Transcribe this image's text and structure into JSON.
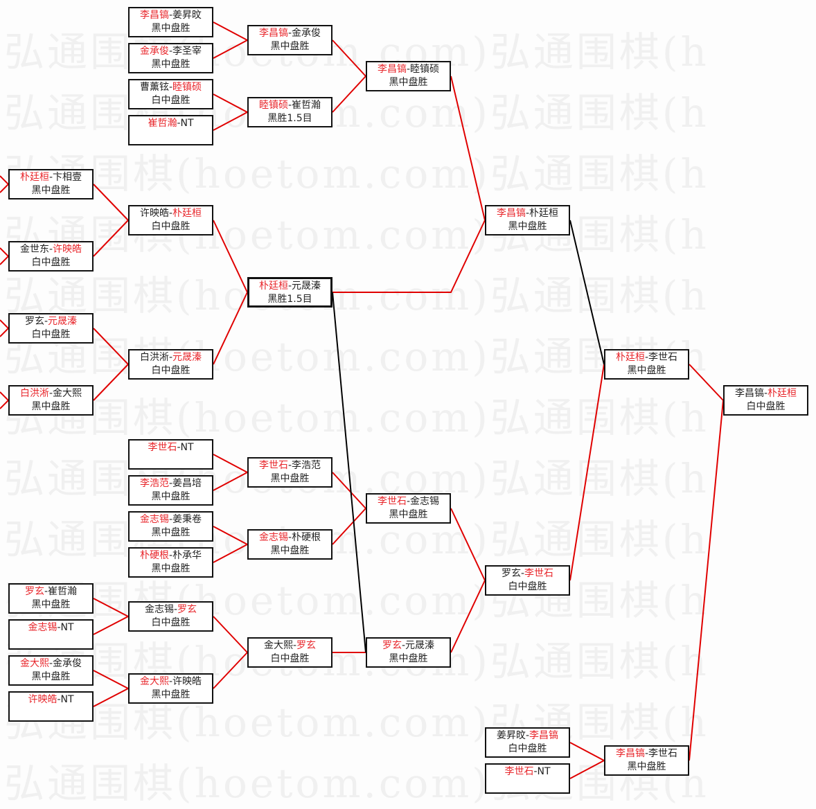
{
  "watermark": "弘通围棋(hoetom.com)",
  "colors": {
    "winner": "#e8262b",
    "line_win": "#e00000",
    "line_loss": "#000000"
  },
  "separator": "-",
  "matches": [
    {
      "id": "A1",
      "p1": "朴廷桓",
      "p2": "卞相壹",
      "winner": 1,
      "result": "黑中盘胜"
    },
    {
      "id": "A2",
      "p1": "金世东",
      "p2": "许映皓",
      "winner": 2,
      "result": "白中盘胜"
    },
    {
      "id": "A3",
      "p1": "罗玄",
      "p2": "元晟溱",
      "winner": 2,
      "result": "白中盘胜"
    },
    {
      "id": "A4",
      "p1": "白洪淅",
      "p2": "金大熙",
      "winner": 1,
      "result": "黑中盘胜"
    },
    {
      "id": "A5",
      "p1": "罗玄",
      "p2": "崔哲瀚",
      "winner": 1,
      "result": "黑中盘胜"
    },
    {
      "id": "A6",
      "p1": "金志锡",
      "p2": "NT",
      "winner": 1,
      "result": ""
    },
    {
      "id": "A7",
      "p1": "金大熙",
      "p2": "金承俊",
      "winner": 1,
      "result": "黑中盘胜"
    },
    {
      "id": "A8",
      "p1": "许映皓",
      "p2": "NT",
      "winner": 1,
      "result": ""
    },
    {
      "id": "b1",
      "p1": "李昌镐",
      "p2": "姜昇旼",
      "winner": 1,
      "result": "黑中盘胜"
    },
    {
      "id": "b2",
      "p1": "金承俊",
      "p2": "李圣宰",
      "winner": 1,
      "result": "黑中盘胜"
    },
    {
      "id": "b3",
      "p1": "曹薰铉",
      "p2": "睦镇硕",
      "winner": 2,
      "result": "白中盘胜"
    },
    {
      "id": "b4",
      "p1": "崔哲瀚",
      "p2": "NT",
      "winner": 1,
      "result": ""
    },
    {
      "id": "b5",
      "p1": "许映皓",
      "p2": "朴廷桓",
      "winner": 2,
      "result": "白中盘胜"
    },
    {
      "id": "b6",
      "p1": "白洪淅",
      "p2": "元晟溱",
      "winner": 2,
      "result": "白中盘胜"
    },
    {
      "id": "b7",
      "p1": "李世石",
      "p2": "NT",
      "winner": 1,
      "result": ""
    },
    {
      "id": "b8",
      "p1": "李浩范",
      "p2": "姜昌培",
      "winner": 1,
      "result": "黑中盘胜"
    },
    {
      "id": "b9",
      "p1": "金志锡",
      "p2": "姜秉卷",
      "winner": 1,
      "result": "黑中盘胜"
    },
    {
      "id": "b10",
      "p1": "朴硬根",
      "p2": "朴承华",
      "winner": 1,
      "result": "黑中盘胜"
    },
    {
      "id": "b11",
      "p1": "金志锡",
      "p2": "罗玄",
      "winner": 2,
      "result": "白中盘胜"
    },
    {
      "id": "b12",
      "p1": "金大熙",
      "p2": "许映皓",
      "winner": 1,
      "result": "黑中盘胜"
    },
    {
      "id": "c1",
      "p1": "李昌镐",
      "p2": "金承俊",
      "winner": 1,
      "result": "黑中盘胜"
    },
    {
      "id": "c2",
      "p1": "睦镇硕",
      "p2": "崔哲瀚",
      "winner": 1,
      "result": "黑胜1.5目"
    },
    {
      "id": "c3",
      "p1": "朴廷桓",
      "p2": "元晟溱",
      "winner": 1,
      "result": "黑胜1.5目"
    },
    {
      "id": "c4",
      "p1": "李世石",
      "p2": "李浩范",
      "winner": 1,
      "result": "黑中盘胜"
    },
    {
      "id": "c5",
      "p1": "金志锡",
      "p2": "朴硬根",
      "winner": 1,
      "result": "黑中盘胜"
    },
    {
      "id": "c6",
      "p1": "金大熙",
      "p2": "罗玄",
      "winner": 2,
      "result": "白中盘胜"
    },
    {
      "id": "d1",
      "p1": "李昌镐",
      "p2": "睦镇硕",
      "winner": 1,
      "result": "黑中盘胜"
    },
    {
      "id": "d2",
      "p1": "李世石",
      "p2": "金志锡",
      "winner": 1,
      "result": "黑中盘胜"
    },
    {
      "id": "d3",
      "p1": "罗玄",
      "p2": "元晟溱",
      "winner": 1,
      "result": "黑中盘胜"
    },
    {
      "id": "e1",
      "p1": "李昌镐",
      "p2": "朴廷桓",
      "winner": 1,
      "result": "黑中盘胜"
    },
    {
      "id": "e2",
      "p1": "罗玄",
      "p2": "李世石",
      "winner": 2,
      "result": "白中盘胜"
    },
    {
      "id": "e3",
      "p1": "姜昇旼",
      "p2": "李昌镐",
      "winner": 2,
      "result": "白中盘胜"
    },
    {
      "id": "e4",
      "p1": "李世石",
      "p2": "NT",
      "winner": 1,
      "result": ""
    },
    {
      "id": "f1",
      "p1": "朴廷桓",
      "p2": "李世石",
      "winner": 1,
      "result": "黑中盘胜"
    },
    {
      "id": "f2",
      "p1": "李昌镐",
      "p2": "李世石",
      "winner": 1,
      "result": "黑中盘胜"
    },
    {
      "id": "g1",
      "p1": "李昌镐",
      "p2": "朴廷桓",
      "winner": 2,
      "result": "白中盘胜"
    }
  ]
}
